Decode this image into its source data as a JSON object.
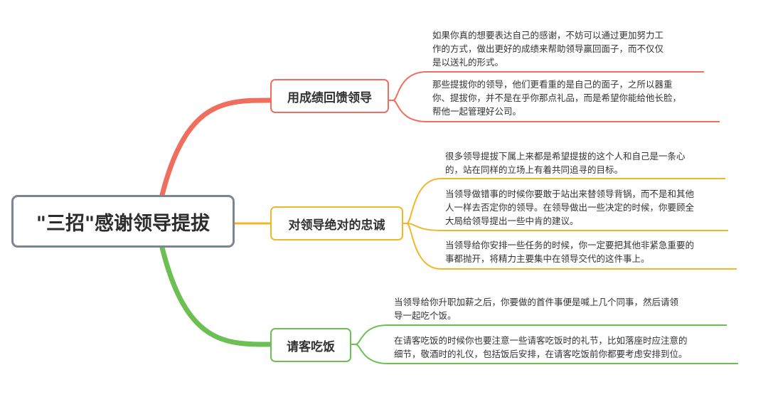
{
  "root": {
    "label": "\"三招\"感谢领导提拔"
  },
  "colors": {
    "branch1": "#ef6f5f",
    "branch2": "#f2b729",
    "branch3": "#6cc053",
    "root_border": "#7b8694"
  },
  "branches": [
    {
      "label": "用成绩回馈领导",
      "leaves": [
        "如果你真的想要表达自己的感谢，不妨可以通过更加努力工\n作的方式，做出更好的成绩来帮助领导赢回面子，而不仅仅\n是以送礼的形式。",
        "那些提拔你的领导，他们更看重的是自己的面子，之所以器重\n你、提拔你，并不是在乎你那点礼品，而是希望你能给他长脸，\n帮他一起管理好公司。"
      ]
    },
    {
      "label": "对领导绝对的忠诚",
      "leaves": [
        "很多领导提拔下属上来都是希望提拔的这个人和自己是一条心\n的，站在同样的立场上有着共同追寻的目标。",
        "当领导做错事的时候你要敢于站出来替领导背锅，而不是和其他\n人一样去否定你的领导。在领导做出一些决定的时候，你要顾全\n大局给领导提出一些中肯的建议。",
        "当领导给你安排一些任务的时候，你一定要把其他非紧急重要的\n事都抛开，将精力主要集中在领导交代的这件事上。"
      ]
    },
    {
      "label": "请客吃饭",
      "leaves": [
        "当领导给你升职加薪之后，你要做的首件事便是喊上几个同事，然后请领\n导一起吃个饭。",
        "在请客吃饭的时候你也要注意一些请客吃饭时的礼节，比如落座时应注意的\n细节，敬酒时的礼仪，包括饭后安排，在请客吃饭前你都要考虑安排到位。"
      ]
    }
  ]
}
